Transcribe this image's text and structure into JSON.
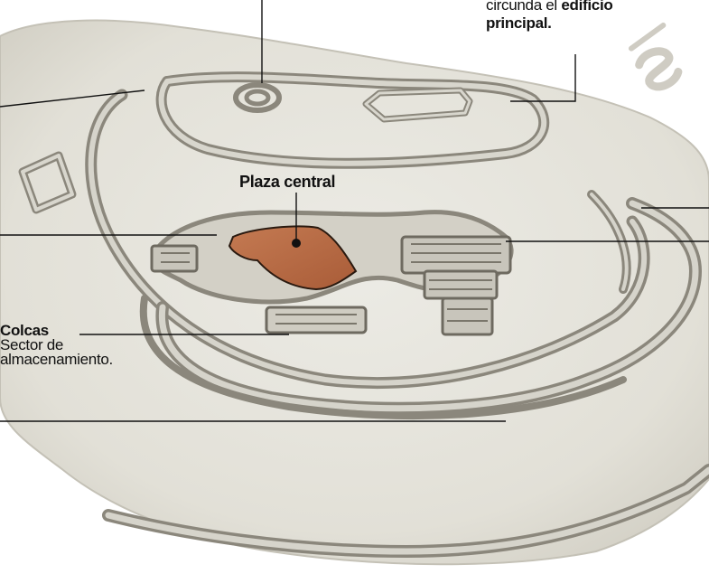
{
  "labels": {
    "top_right": {
      "line1_prefix": "circunda el",
      "line1_bold": "edificio",
      "line2_bold": "principal."
    },
    "plaza": "Plaza central",
    "colcas": {
      "title": "Colcas",
      "line1": "Sector de",
      "line2": "almacenamiento."
    }
  },
  "colors": {
    "terrain": "#e6e4dc",
    "terrain_shadow": "#c9c6bb",
    "wall": "#8b877c",
    "wall_fill": "#d3d0c6",
    "plaza": "#b8663f",
    "leader": "#111111",
    "logo": "#cfccc3"
  },
  "icons": [
    "logo-s-mark",
    "plaza-marker-dot"
  ]
}
